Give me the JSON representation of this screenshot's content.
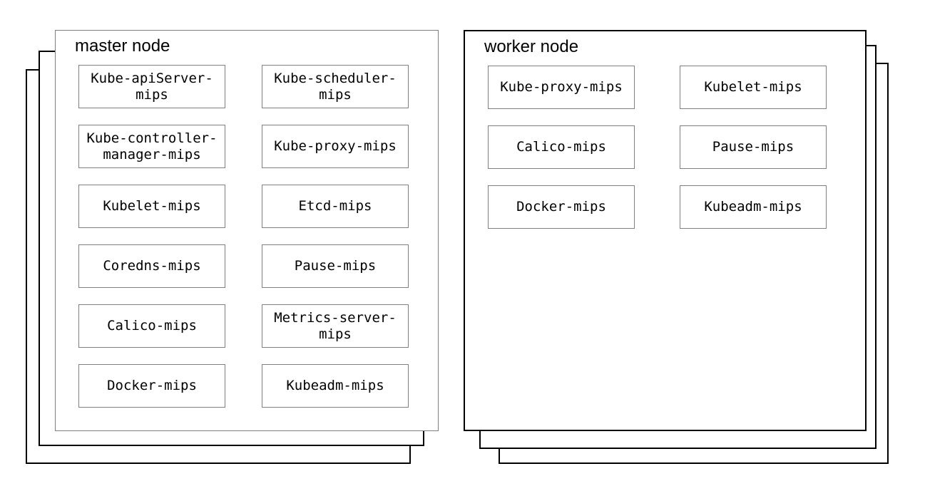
{
  "palette": {
    "background": "#ffffff",
    "outline_black": "#000000",
    "outline_gray": "#7f7f7f",
    "text": "#000000"
  },
  "master_node": {
    "title": "master node",
    "components": [
      "Kube-apiServer-mips",
      "Kube-scheduler-mips",
      "Kube-controller-manager-mips",
      "Kube-proxy-mips",
      "Kubelet-mips",
      "Etcd-mips",
      "Coredns-mips",
      "Pause-mips",
      "Calico-mips",
      "Metrics-server-mips",
      "Docker-mips",
      "Kubeadm-mips"
    ]
  },
  "worker_node": {
    "title": "worker node",
    "components": [
      "Kube-proxy-mips",
      "Kubelet-mips",
      "Calico-mips",
      "Pause-mips",
      "Docker-mips",
      "Kubeadm-mips"
    ]
  }
}
